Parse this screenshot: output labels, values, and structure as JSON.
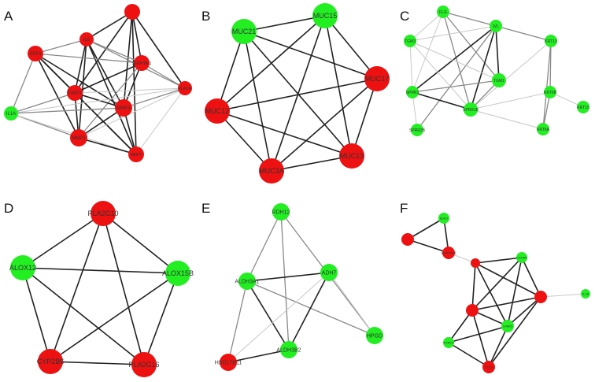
{
  "colors": {
    "up": "#ee1111",
    "down": "#22ee22",
    "edge_strong": "#222222",
    "edge_medium": "#888888",
    "edge_weak": "#c8c8c8"
  },
  "panels": [
    {
      "letter": "A",
      "nodes": [
        {
          "id": "a1",
          "label": "",
          "color": "up"
        },
        {
          "id": "a2",
          "label": "IL6",
          "color": "up"
        },
        {
          "id": "a3",
          "label": "SPP1",
          "color": "up"
        },
        {
          "id": "a4",
          "label": "SERPINE1",
          "color": "up"
        },
        {
          "id": "a5",
          "label": "TIMP1",
          "color": "up"
        },
        {
          "id": "a6",
          "label": "PLAUR",
          "color": "up"
        },
        {
          "id": "a7",
          "label": "IL1A",
          "color": "down"
        },
        {
          "id": "a8",
          "label": "MMP3",
          "color": "up"
        },
        {
          "id": "a9",
          "label": "MMP1",
          "color": "up"
        },
        {
          "id": "a10",
          "label": "MMP7",
          "color": "up"
        }
      ],
      "edges": [
        [
          "a1",
          "a2",
          "s"
        ],
        [
          "a1",
          "a4",
          "s"
        ],
        [
          "a1",
          "a5",
          "s"
        ],
        [
          "a1",
          "a6",
          "s"
        ],
        [
          "a1",
          "a8",
          "s"
        ],
        [
          "a1",
          "a10",
          "s"
        ],
        [
          "a2",
          "a3",
          "m"
        ],
        [
          "a2",
          "a4",
          "m"
        ],
        [
          "a2",
          "a5",
          "s"
        ],
        [
          "a2",
          "a8",
          "s"
        ],
        [
          "a2",
          "a9",
          "s"
        ],
        [
          "a2",
          "a10",
          "s"
        ],
        [
          "a2",
          "a6",
          "m"
        ],
        [
          "a3",
          "a5",
          "s"
        ],
        [
          "a3",
          "a8",
          "s"
        ],
        [
          "a3",
          "a9",
          "s"
        ],
        [
          "a3",
          "a10",
          "s"
        ],
        [
          "a3",
          "a7",
          "m"
        ],
        [
          "a3",
          "a4",
          "m"
        ],
        [
          "a4",
          "a5",
          "s"
        ],
        [
          "a4",
          "a8",
          "s"
        ],
        [
          "a4",
          "a6",
          "m"
        ],
        [
          "a4",
          "a9",
          "m"
        ],
        [
          "a5",
          "a8",
          "s"
        ],
        [
          "a5",
          "a9",
          "s"
        ],
        [
          "a5",
          "a10",
          "s"
        ],
        [
          "a5",
          "a7",
          "m"
        ],
        [
          "a5",
          "a6",
          "w"
        ],
        [
          "a6",
          "a8",
          "m"
        ],
        [
          "a6",
          "a10",
          "w"
        ],
        [
          "a6",
          "a7",
          "w"
        ],
        [
          "a6",
          "a9",
          "w"
        ],
        [
          "a7",
          "a8",
          "m"
        ],
        [
          "a7",
          "a9",
          "m"
        ],
        [
          "a7",
          "a10",
          "w"
        ],
        [
          "a8",
          "a9",
          "s"
        ],
        [
          "a8",
          "a10",
          "s"
        ],
        [
          "a9",
          "a10",
          "s"
        ]
      ]
    },
    {
      "letter": "B",
      "nodes": [
        {
          "id": "b1",
          "label": "MUC21",
          "color": "down"
        },
        {
          "id": "b2",
          "label": "MUC15",
          "color": "down"
        },
        {
          "id": "b3",
          "label": "MUC17",
          "color": "up"
        },
        {
          "id": "b4",
          "label": "MUC12",
          "color": "up"
        },
        {
          "id": "b5",
          "label": "MUC13",
          "color": "up"
        },
        {
          "id": "b6",
          "label": "MUC3A",
          "color": "up"
        }
      ],
      "edges": [
        [
          "b1",
          "b2",
          "s"
        ],
        [
          "b1",
          "b3",
          "s"
        ],
        [
          "b1",
          "b4",
          "s"
        ],
        [
          "b1",
          "b5",
          "s"
        ],
        [
          "b1",
          "b6",
          "s"
        ],
        [
          "b2",
          "b3",
          "s"
        ],
        [
          "b2",
          "b4",
          "s"
        ],
        [
          "b2",
          "b5",
          "s"
        ],
        [
          "b2",
          "b6",
          "s"
        ],
        [
          "b3",
          "b4",
          "s"
        ],
        [
          "b3",
          "b5",
          "s"
        ],
        [
          "b3",
          "b6",
          "s"
        ],
        [
          "b4",
          "b5",
          "s"
        ],
        [
          "b4",
          "b6",
          "s"
        ],
        [
          "b5",
          "b6",
          "s"
        ]
      ]
    },
    {
      "letter": "C",
      "nodes": [
        {
          "id": "c1",
          "label": "FLG",
          "color": "down"
        },
        {
          "id": "c2",
          "label": "IVL",
          "color": "down"
        },
        {
          "id": "c3",
          "label": "KRT13",
          "color": "down"
        },
        {
          "id": "c4",
          "label": "TGM3",
          "color": "down"
        },
        {
          "id": "c5",
          "label": "TGM1",
          "color": "down"
        },
        {
          "id": "c6",
          "label": "SPRR3",
          "color": "down"
        },
        {
          "id": "c7",
          "label": "SPRR1B",
          "color": "down"
        },
        {
          "id": "c8",
          "label": "KRT6B",
          "color": "down"
        },
        {
          "id": "c9",
          "label": "KRT15",
          "color": "down"
        },
        {
          "id": "c10",
          "label": "KRT6A",
          "color": "down"
        },
        {
          "id": "c11",
          "label": "SPRR2B",
          "color": "down"
        }
      ],
      "edges": [
        [
          "c1",
          "c2",
          "m"
        ],
        [
          "c1",
          "c5",
          "m"
        ],
        [
          "c1",
          "c6",
          "w"
        ],
        [
          "c1",
          "c7",
          "m"
        ],
        [
          "c1",
          "c4",
          "w"
        ],
        [
          "c2",
          "c3",
          "m"
        ],
        [
          "c2",
          "c4",
          "w"
        ],
        [
          "c2",
          "c5",
          "s"
        ],
        [
          "c2",
          "c6",
          "s"
        ],
        [
          "c2",
          "c7",
          "s"
        ],
        [
          "c2",
          "c11",
          "m"
        ],
        [
          "c3",
          "c7",
          "w"
        ],
        [
          "c3",
          "c8",
          "m"
        ],
        [
          "c3",
          "c10",
          "m"
        ],
        [
          "c4",
          "c5",
          "w"
        ],
        [
          "c4",
          "c6",
          "w"
        ],
        [
          "c4",
          "c7",
          "w"
        ],
        [
          "c5",
          "c6",
          "m"
        ],
        [
          "c5",
          "c7",
          "m"
        ],
        [
          "c6",
          "c7",
          "s"
        ],
        [
          "c6",
          "c11",
          "w"
        ],
        [
          "c7",
          "c10",
          "w"
        ],
        [
          "c7",
          "c8",
          "w"
        ],
        [
          "c8",
          "c9",
          "w"
        ],
        [
          "c8",
          "c10",
          "m"
        ]
      ]
    },
    {
      "letter": "D",
      "nodes": [
        {
          "id": "d1",
          "label": "PLA2G10",
          "color": "up"
        },
        {
          "id": "d2",
          "label": "ALOX12",
          "color": "down"
        },
        {
          "id": "d3",
          "label": "ALOX15B",
          "color": "down"
        },
        {
          "id": "d4",
          "label": "CYP2B6",
          "color": "up"
        },
        {
          "id": "d5",
          "label": "PLA2G16",
          "color": "up"
        }
      ],
      "edges": [
        [
          "d1",
          "d2",
          "s"
        ],
        [
          "d1",
          "d3",
          "s"
        ],
        [
          "d1",
          "d4",
          "s"
        ],
        [
          "d1",
          "d5",
          "s"
        ],
        [
          "d2",
          "d3",
          "s"
        ],
        [
          "d2",
          "d4",
          "s"
        ],
        [
          "d2",
          "d5",
          "s"
        ],
        [
          "d3",
          "d4",
          "s"
        ],
        [
          "d3",
          "d5",
          "s"
        ],
        [
          "d4",
          "d5",
          "s"
        ]
      ]
    },
    {
      "letter": "E",
      "nodes": [
        {
          "id": "e1",
          "label": "RDH12",
          "color": "down"
        },
        {
          "id": "e2",
          "label": "ALDH3A1",
          "color": "down"
        },
        {
          "id": "e3",
          "label": "ADH7",
          "color": "down"
        },
        {
          "id": "e4",
          "label": "HPGD",
          "color": "down"
        },
        {
          "id": "e5",
          "label": "HSD17B11",
          "color": "up"
        },
        {
          "id": "e6",
          "label": "ALDH3B2",
          "color": "down"
        }
      ],
      "edges": [
        [
          "e1",
          "e2",
          "m"
        ],
        [
          "e1",
          "e6",
          "m"
        ],
        [
          "e1",
          "e4",
          "m"
        ],
        [
          "e2",
          "e3",
          "s"
        ],
        [
          "e2",
          "e5",
          "m"
        ],
        [
          "e2",
          "e6",
          "s"
        ],
        [
          "e2",
          "e4",
          "m"
        ],
        [
          "e3",
          "e6",
          "s"
        ],
        [
          "e3",
          "e4",
          "w"
        ],
        [
          "e3",
          "e5",
          "w"
        ],
        [
          "e5",
          "e6",
          "s"
        ]
      ]
    },
    {
      "letter": "F",
      "nodes": [
        {
          "id": "f1",
          "label": "EDN1",
          "color": "down"
        },
        {
          "id": "f2",
          "label": "",
          "color": "up"
        },
        {
          "id": "f3",
          "label": "SERPINA1",
          "color": "up"
        },
        {
          "id": "f4",
          "label": "",
          "color": "up"
        },
        {
          "id": "f5",
          "label": "CXCR6",
          "color": "down"
        },
        {
          "id": "f6",
          "label": "",
          "color": "up"
        },
        {
          "id": "f7",
          "label": "IL18",
          "color": "down"
        },
        {
          "id": "f8",
          "label": "",
          "color": "up"
        },
        {
          "id": "f9",
          "label": "LPAR3",
          "color": "down"
        },
        {
          "id": "f10",
          "label": "P2RY2",
          "color": "down"
        },
        {
          "id": "f11",
          "label": "CCL5",
          "color": "up"
        }
      ],
      "edges": [
        [
          "f1",
          "f2",
          "s"
        ],
        [
          "f1",
          "f3",
          "s"
        ],
        [
          "f2",
          "f3",
          "s"
        ],
        [
          "f3",
          "f4",
          "w"
        ],
        [
          "f4",
          "f5",
          "s"
        ],
        [
          "f4",
          "f6",
          "s"
        ],
        [
          "f4",
          "f8",
          "s"
        ],
        [
          "f4",
          "f9",
          "s"
        ],
        [
          "f5",
          "f6",
          "s"
        ],
        [
          "f5",
          "f8",
          "s"
        ],
        [
          "f5",
          "f9",
          "s"
        ],
        [
          "f6",
          "f7",
          "w"
        ],
        [
          "f6",
          "f8",
          "s"
        ],
        [
          "f6",
          "f9",
          "s"
        ],
        [
          "f6",
          "f11",
          "s"
        ],
        [
          "f8",
          "f9",
          "s"
        ],
        [
          "f8",
          "f10",
          "s"
        ],
        [
          "f8",
          "f11",
          "s"
        ],
        [
          "f9",
          "f10",
          "s"
        ],
        [
          "f9",
          "f11",
          "s"
        ],
        [
          "f10",
          "f11",
          "s"
        ]
      ]
    }
  ]
}
